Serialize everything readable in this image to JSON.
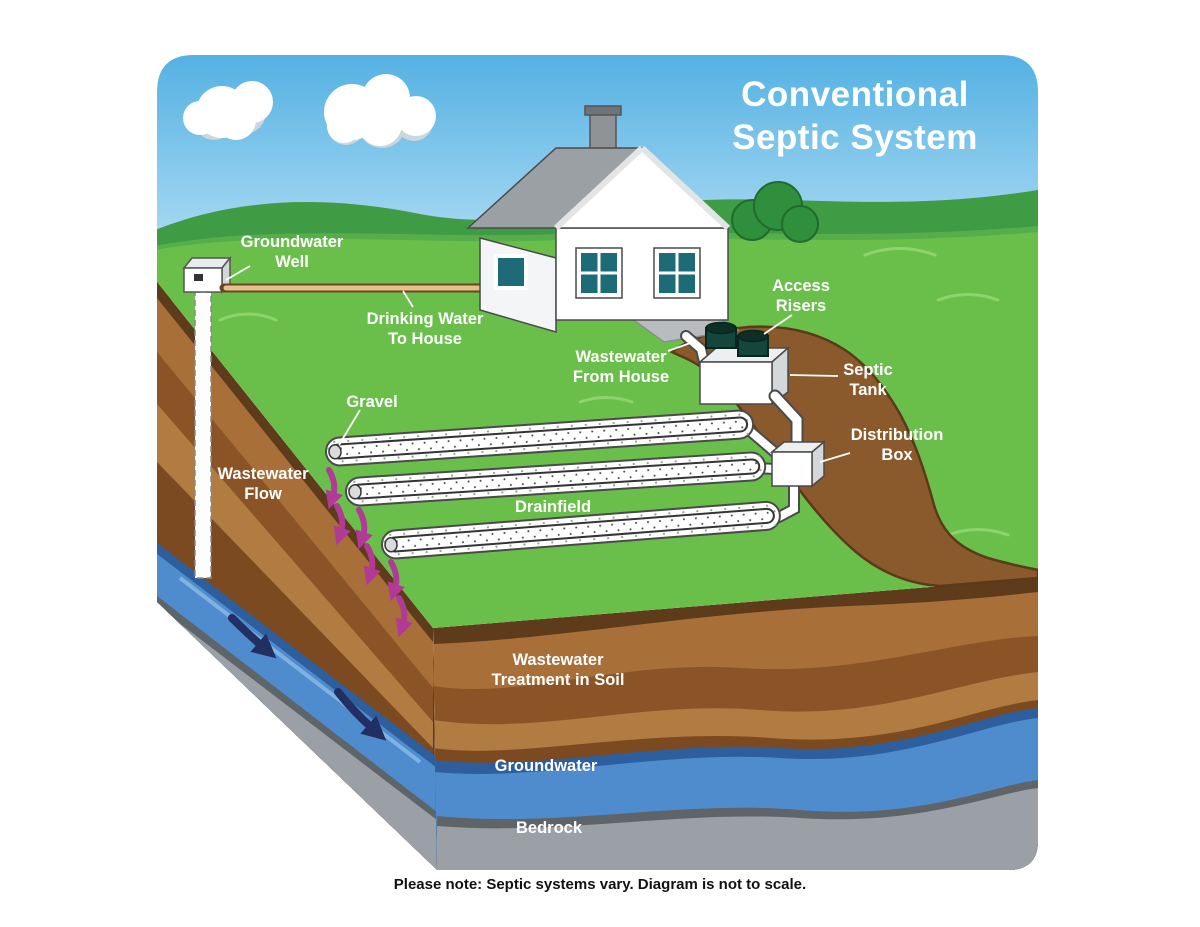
{
  "title": {
    "line1": "Conventional",
    "line2": "Septic System"
  },
  "note": "Please note: Septic systems vary. Diagram is not to scale.",
  "labels": {
    "groundwater_well": {
      "line1": "Groundwater",
      "line2": "Well"
    },
    "drinking_water": {
      "line1": "Drinking Water",
      "line2": "To House"
    },
    "wastewater_from_house": {
      "line1": "Wastewater",
      "line2": "From House"
    },
    "access_risers": {
      "line1": "Access",
      "line2": "Risers"
    },
    "septic_tank": {
      "line1": "Septic",
      "line2": "Tank"
    },
    "distribution_box": {
      "line1": "Distribution",
      "line2": "Box"
    },
    "gravel": {
      "line1": "Gravel"
    },
    "wastewater_flow": {
      "line1": "Wastewater",
      "line2": "Flow"
    },
    "drainfield": {
      "line1": "Drainfield"
    },
    "wastewater_treatment_in_soil": {
      "line1": "Wastewater",
      "line2": "Treatment in Soil"
    },
    "groundwater": {
      "line1": "Groundwater"
    },
    "bedrock": {
      "line1": "Bedrock"
    }
  },
  "colors": {
    "sky_top": "#54b1e3",
    "sky_bottom": "#c9e9f8",
    "grass": "#6abf4b",
    "hill_dark": "#3f9b44",
    "soil_light": "#b07c42",
    "soil_dark": "#7c4a20",
    "excavation_brown": "#8a5a2c",
    "groundwater_blue": "#4f8ccd",
    "groundwater_edge_blue": "#2d5e9d",
    "bedrock_gray": "#9aa0a5",
    "pipe_white": "#ffffff",
    "riser_green": "#15463b",
    "wastewater_arrow_magenta": "#b13a97",
    "groundwater_arrow_navy": "#232f63",
    "title_text": "#ffffff",
    "note_text": "#111111"
  }
}
